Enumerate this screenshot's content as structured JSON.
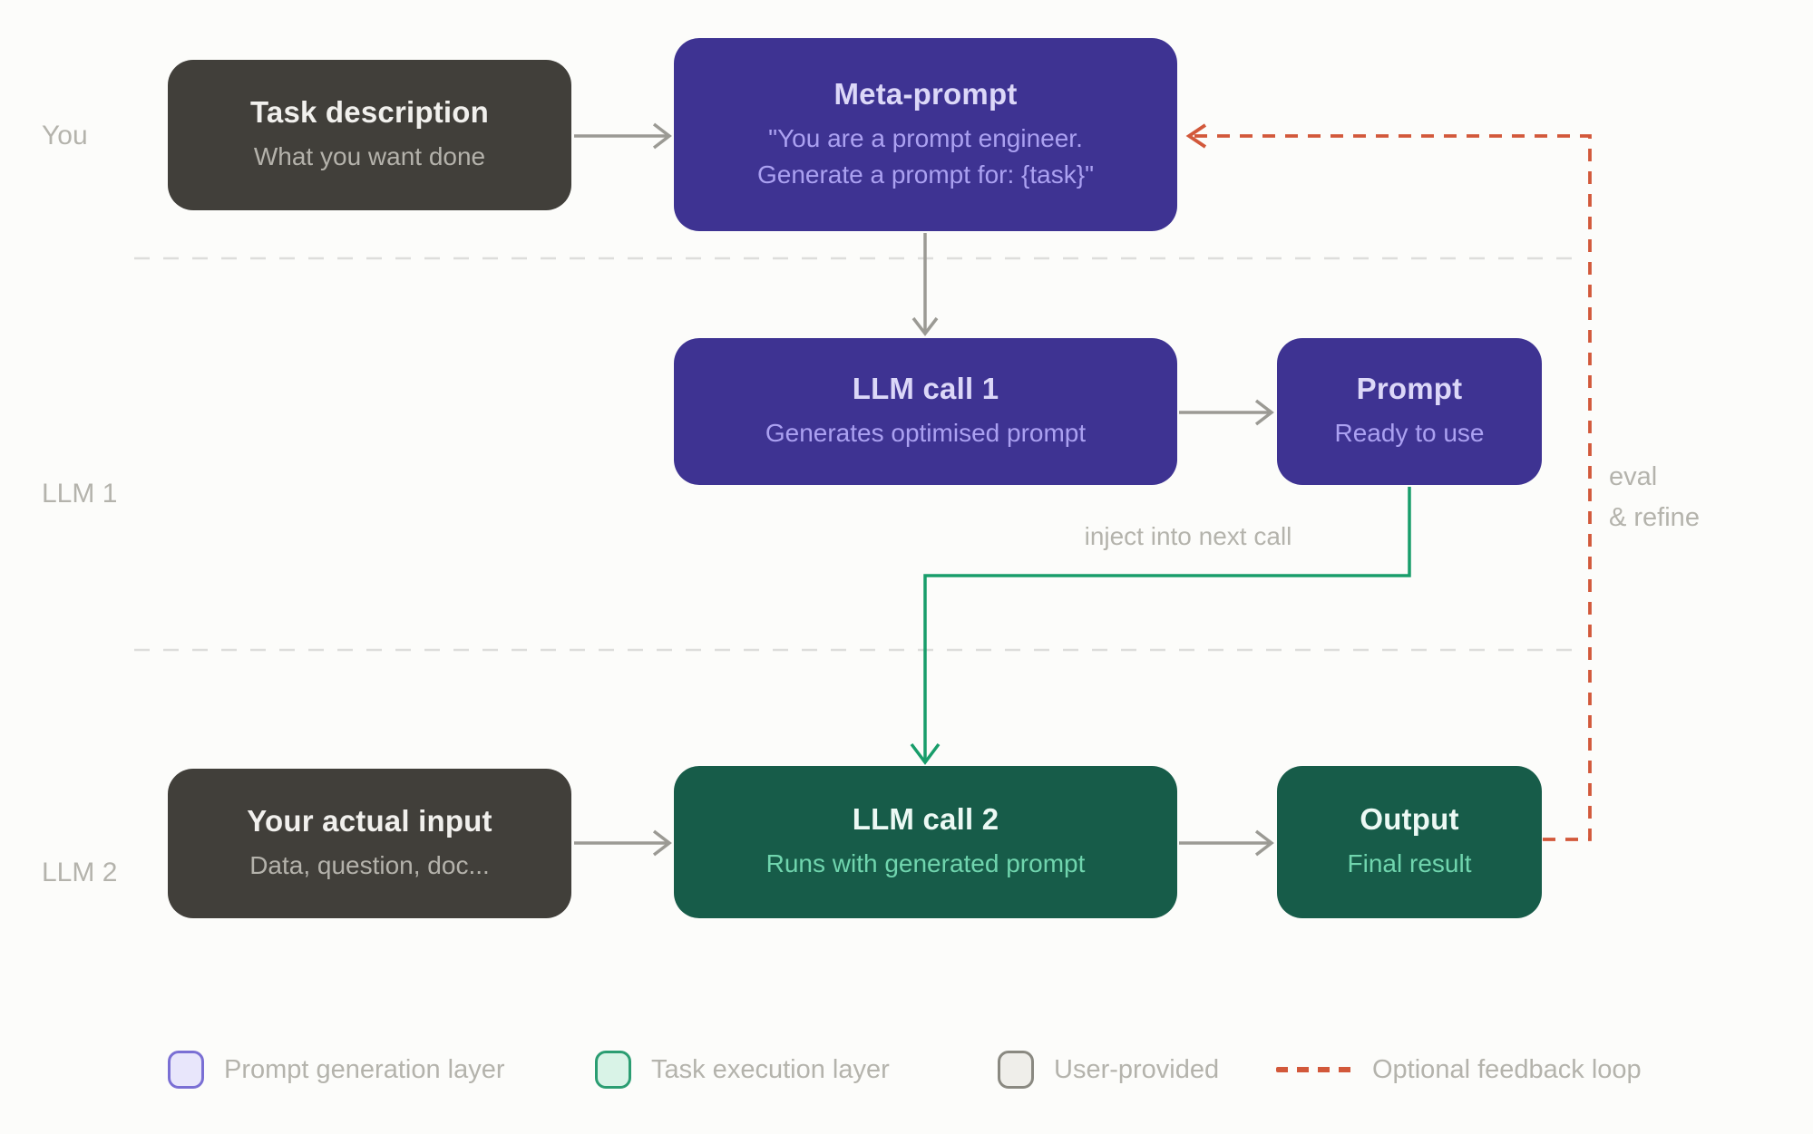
{
  "colors": {
    "bg": "#fcfcfa",
    "node-dark": "#413f3a",
    "node-dark-title": "#f1f0ed",
    "node-dark-sub": "#b4b2ab",
    "node-purple": "#3e3392",
    "node-purple-title": "#dcd8f8",
    "node-purple-sub": "#aba1f1",
    "node-green": "#175c49",
    "node-green-title": "#ecf9f4",
    "node-green-sub": "#70d5ae",
    "arrow-gray": "#9b9a94",
    "accent-green": "#189d6a",
    "accent-orange": "#d2583a",
    "divider": "#dddddb",
    "muted-label": "#b4b3ac",
    "legend-purple-fill": "#e8e6fb",
    "legend-purple-border": "#7a6fd4",
    "legend-green-fill": "#d9f3e7",
    "legend-green-border": "#2b9d72",
    "legend-gray-fill": "#efeeea",
    "legend-gray-border": "#8a8981"
  },
  "rows": {
    "you": "You",
    "llm1": "LLM 1",
    "llm2": "LLM 2"
  },
  "nodes": {
    "task": {
      "title": "Task description",
      "subtitle": "What you want done"
    },
    "meta": {
      "title": "Meta-prompt",
      "subtitle": "\"You are a prompt engineer.\nGenerate a prompt for: {task}\""
    },
    "llm1": {
      "title": "LLM call 1",
      "subtitle": "Generates optimised prompt"
    },
    "prompt": {
      "title": "Prompt",
      "subtitle": "Ready to use"
    },
    "input": {
      "title": "Your actual input",
      "subtitle": "Data, question, doc..."
    },
    "llm2": {
      "title": "LLM call 2",
      "subtitle": "Runs with generated prompt"
    },
    "output": {
      "title": "Output",
      "subtitle": "Final result"
    }
  },
  "annotations": {
    "inject": "inject into next call",
    "eval_line1": "eval",
    "eval_line2": "& refine"
  },
  "legend": {
    "items": [
      {
        "label": "Prompt generation layer",
        "swatch": "purple"
      },
      {
        "label": "Task execution layer",
        "swatch": "green"
      },
      {
        "label": "User-provided",
        "swatch": "gray"
      },
      {
        "label": "Optional feedback loop",
        "swatch": "dashed"
      }
    ]
  }
}
